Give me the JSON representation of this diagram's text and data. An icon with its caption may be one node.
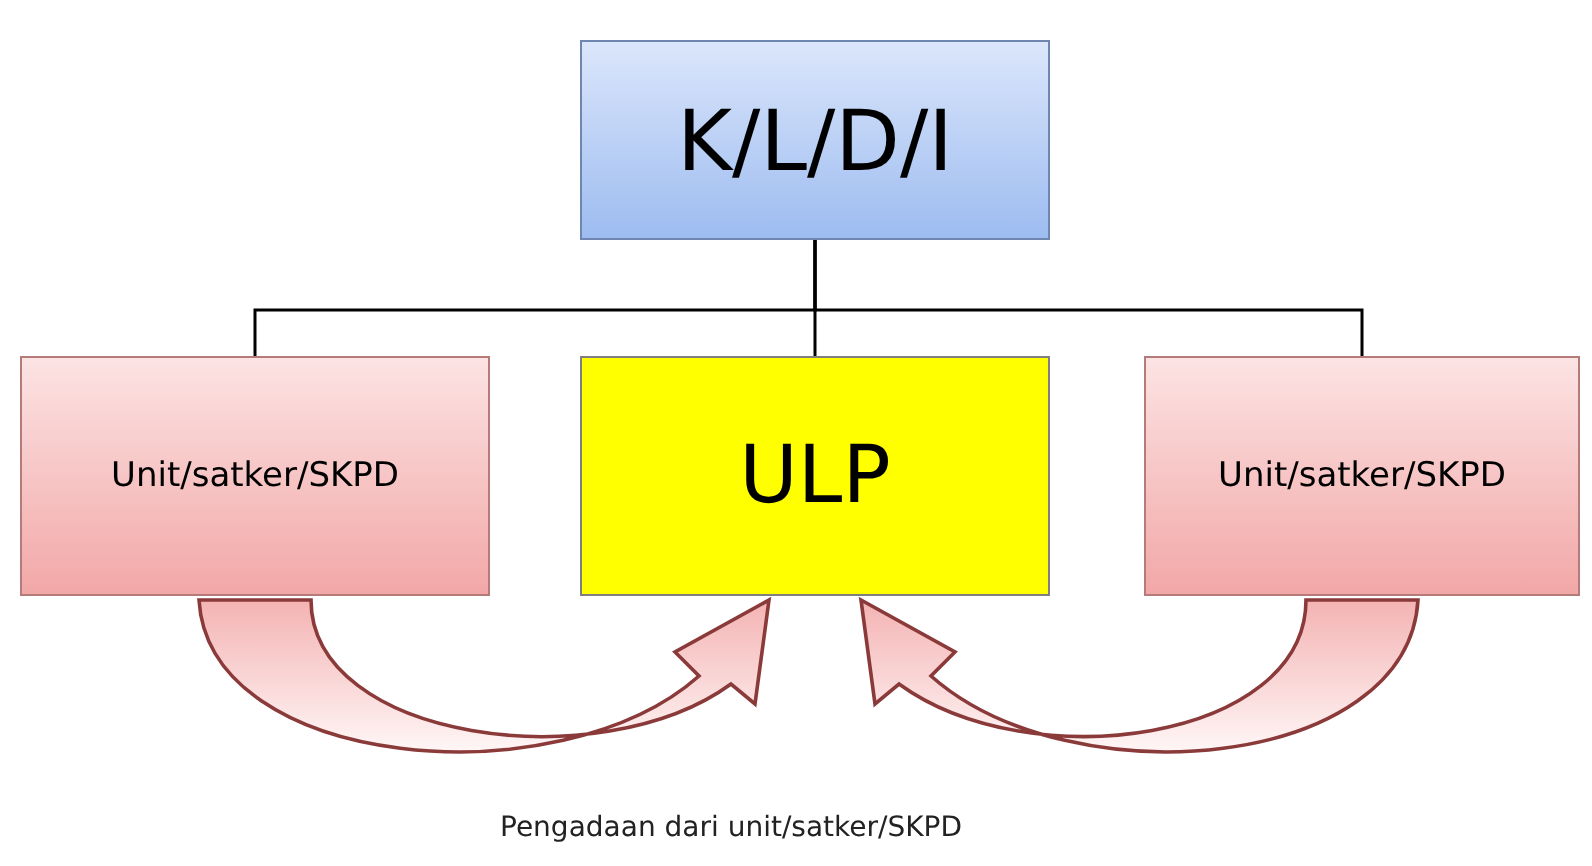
{
  "diagram": {
    "nodes": [
      {
        "text": [
          "K/L/D/I"
        ]
      },
      {
        "text": [
          "Unit/satker/SKPD"
        ]
      },
      {
        "text": [
          "ULP"
        ]
      },
      {
        "text": [
          "Unit/satker/SKPD"
        ]
      }
    ],
    "edges": [
      {
        "from": 0,
        "to": 1,
        "arrow": "none"
      },
      {
        "from": 0,
        "to": 2,
        "arrow": "none"
      },
      {
        "from": 0,
        "to": 3,
        "arrow": "none"
      },
      {
        "from": 1,
        "to": 2,
        "arrow": "to",
        "style": "thick"
      },
      {
        "from": 3,
        "to": 2,
        "arrow": "to",
        "style": "thick"
      }
    ],
    "labels": [
      "Pengadaan dari unit/satker/SKPD"
    ]
  }
}
